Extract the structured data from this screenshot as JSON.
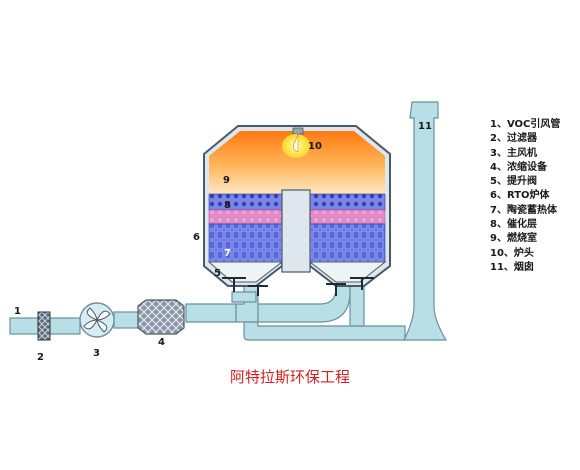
{
  "legend": [
    "1、VOC引风管",
    "2、过滤器",
    "3、主风机",
    "4、浓缩设备",
    "5、提升阀",
    "6、RTO炉体",
    "7、陶瓷蓄热体",
    "8、催化层",
    "9、燃烧室",
    "10、炉头",
    "11、烟囱"
  ],
  "callouts": [
    "1",
    "2",
    "3",
    "4",
    "5",
    "6",
    "7",
    "8",
    "9",
    "10",
    "11"
  ],
  "caption": "阿特拉斯环保工程",
  "colors": {
    "duct": "#b8dfe6",
    "duct_stroke": "#6a8fa0",
    "body_stroke": "#4a5a66",
    "chamber_top": "#ff7a10",
    "chamber_bottom": "#fde3b0",
    "catalyst": "#f29bd6",
    "ceramic": "#6a78e6",
    "flame": "#ffe94a",
    "caption": "#d42020"
  }
}
